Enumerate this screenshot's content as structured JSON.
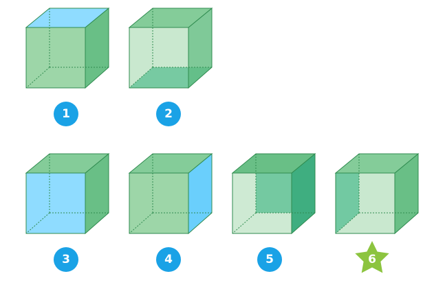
{
  "colors": {
    "green_face": "#9dd6a8",
    "green_side": "#69bf86",
    "green_top": "#84cc99",
    "highlight_blue": "#8fdcff",
    "highlight_blue_side": "#6acffc",
    "highlight_teal": "#4bbd9b",
    "edge": "#2f8b4f",
    "badge_blue": "#1aa2e6",
    "badge_star": "#8cc43f"
  },
  "cubes": [
    {
      "label": "1",
      "highlight": "top",
      "badge": "circle"
    },
    {
      "label": "2",
      "highlight": "bottom",
      "badge": "circle"
    },
    {
      "label": "3",
      "highlight": "front",
      "badge": "circle"
    },
    {
      "label": "4",
      "highlight": "right",
      "badge": "circle"
    },
    {
      "label": "5",
      "highlight": "back",
      "badge": "circle"
    },
    {
      "label": "6",
      "highlight": "left",
      "badge": "star"
    }
  ]
}
